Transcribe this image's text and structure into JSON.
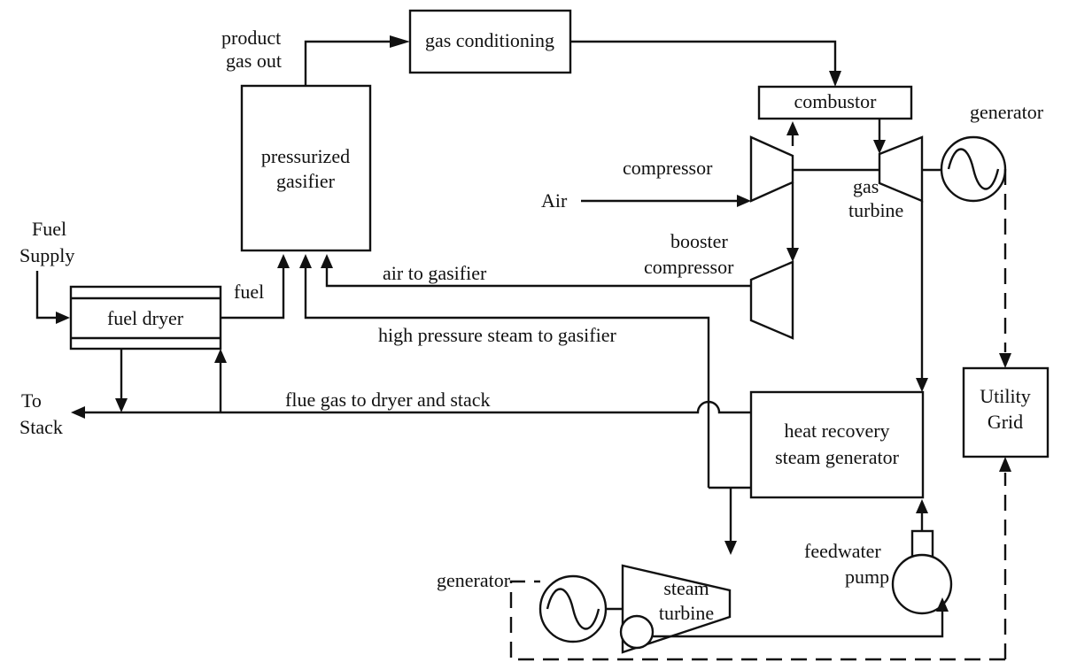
{
  "labels": {
    "product_gas_out_1": "product",
    "product_gas_out_2": "gas out",
    "gas_conditioning": "gas conditioning",
    "combustor": "combustor",
    "generator_top": "generator",
    "pressurized_gasifier_1": "pressurized",
    "pressurized_gasifier_2": "gasifier",
    "compressor": "compressor",
    "air": "Air",
    "gas_turbine_1": "gas",
    "gas_turbine_2": "turbine",
    "fuel_supply_1": "Fuel",
    "fuel_supply_2": "Supply",
    "booster_compressor_1": "booster",
    "booster_compressor_2": "compressor",
    "air_to_gasifier": "air to gasifier",
    "fuel": "fuel",
    "fuel_dryer": "fuel dryer",
    "hp_steam": "high pressure steam to gasifier",
    "to_stack_1": "To",
    "to_stack_2": "Stack",
    "flue_gas": "flue gas to dryer and stack",
    "utility_grid_1": "Utility",
    "utility_grid_2": "Grid",
    "hrsg_1": "heat recovery",
    "hrsg_2": "steam generator",
    "feedwater_pump_1": "feedwater",
    "feedwater_pump_2": "pump",
    "generator_bottom": "generator",
    "steam_turbine_1": "steam",
    "steam_turbine_2": "turbine"
  }
}
